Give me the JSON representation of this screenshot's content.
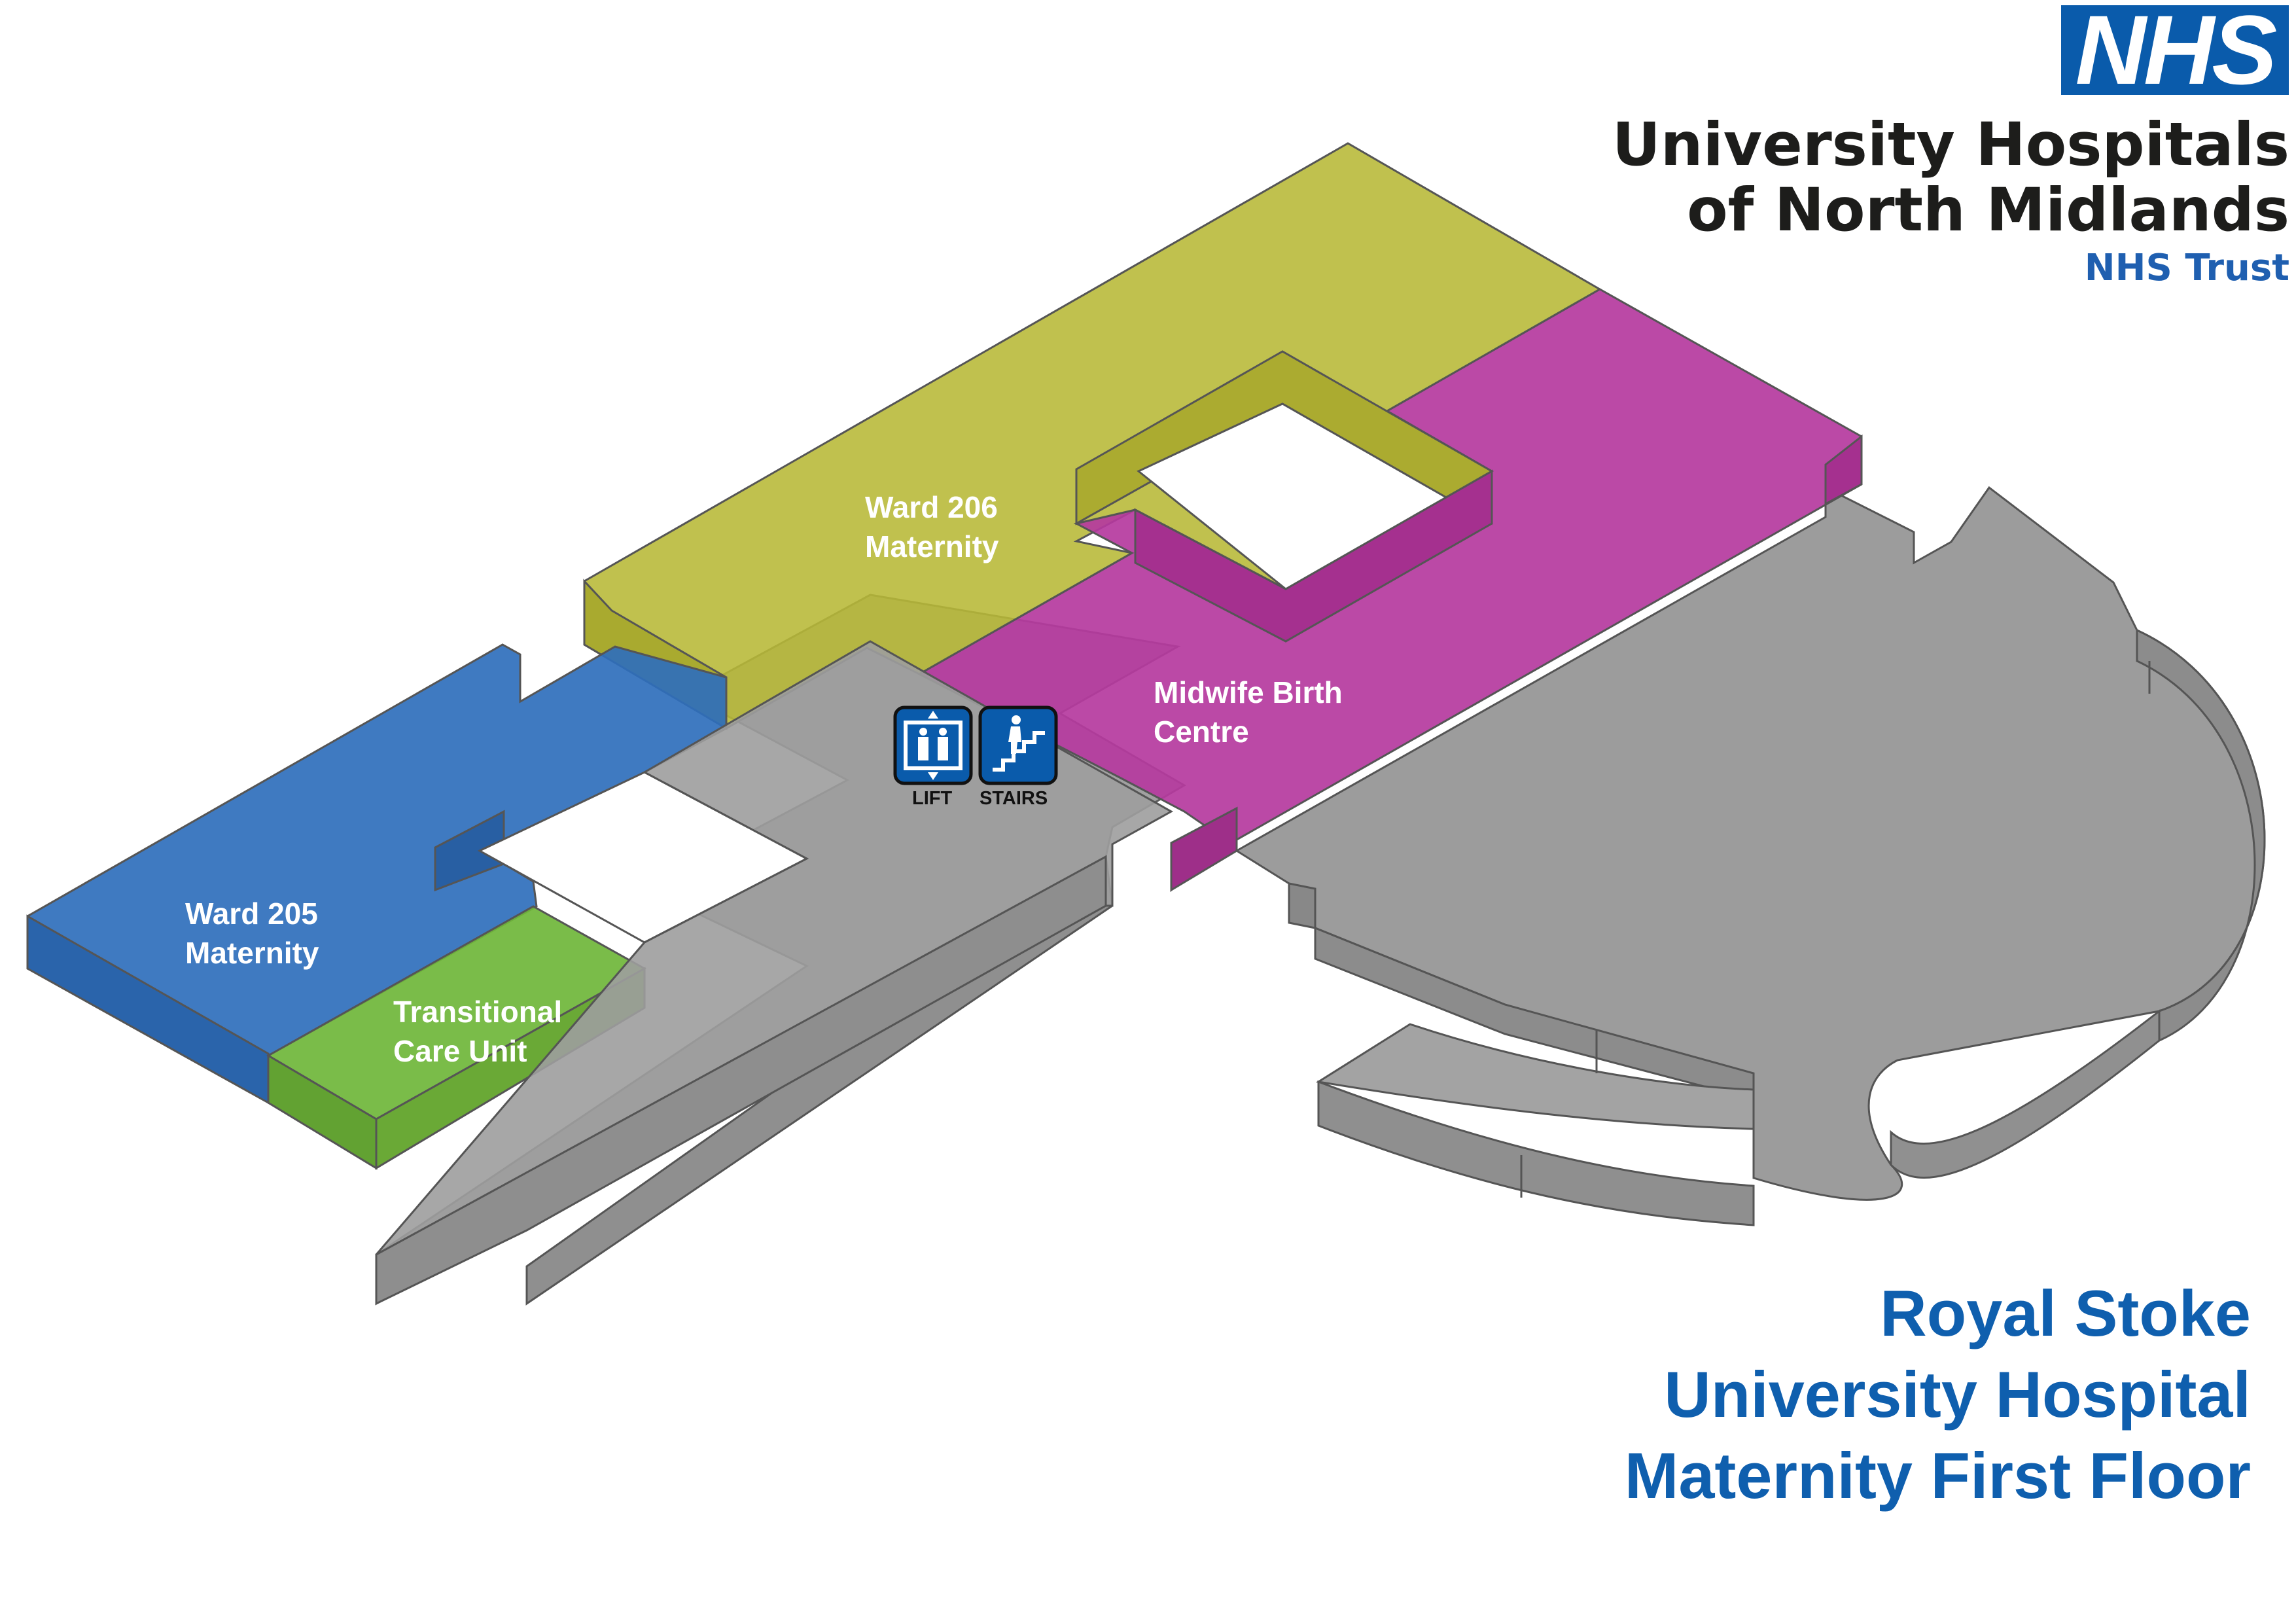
{
  "brand": {
    "logo_text": "NHS",
    "trust_line1": "University Hospitals",
    "trust_line2": "of North Midlands",
    "trust_line3": "NHS Trust"
  },
  "title": {
    "line1": "Royal Stoke",
    "line2": "University Hospital",
    "line3": "Maternity First Floor"
  },
  "areas": [
    {
      "name": "Ward 205 Maternity",
      "lines": [
        "Ward 205",
        "Maternity"
      ],
      "color": "#2f6fbc"
    },
    {
      "name": "Transitional Care Unit",
      "lines": [
        "Transitional",
        "Care Unit"
      ],
      "color": "#6fb63a"
    },
    {
      "name": "Ward 206 Maternity",
      "lines": [
        "Ward 206",
        "Maternity"
      ],
      "color": "#b7b835"
    },
    {
      "name": "Midwife Birth Centre",
      "lines": [
        "Midwife Birth",
        "Centre"
      ],
      "color": "#b53a9e"
    }
  ],
  "facilities": {
    "lift": "LIFT",
    "stairs": "STAIRS"
  },
  "colors": {
    "nhs_blue": "#0a5bab",
    "corridor_grey": "#8f8f8f",
    "title_blue": "#0f5fae"
  }
}
